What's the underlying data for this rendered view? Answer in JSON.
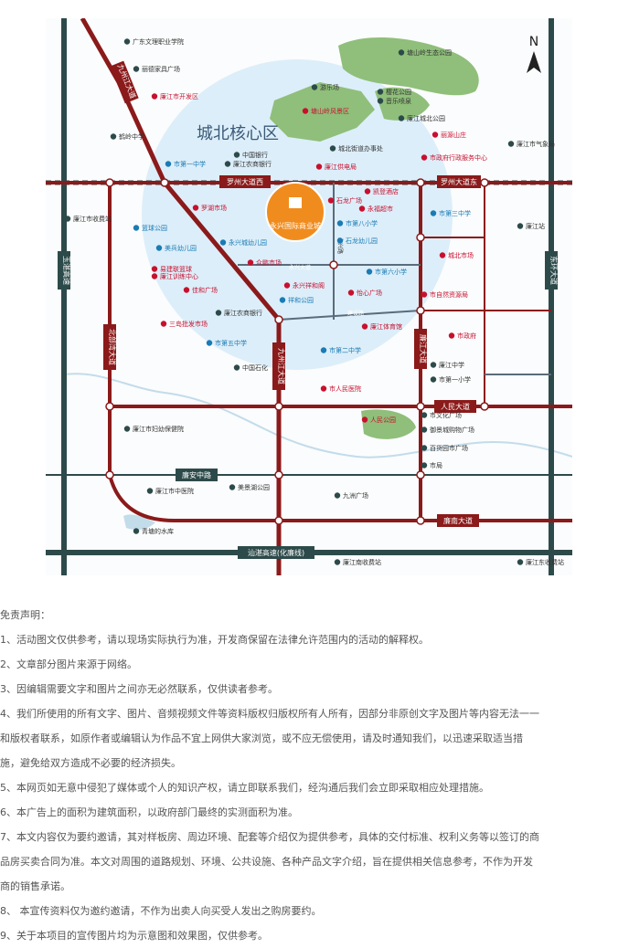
{
  "map": {
    "compass_letter": "N",
    "district_title": "城北核心区",
    "project_name": "永兴国际商业城",
    "roads": {
      "jiuzhoujiang_n": "九州江大道",
      "jiuzhoujiang_s": "九州江大道",
      "luozhou_w": "罗州大道西",
      "luozhou_e": "罗州大道东",
      "yulin": "玉湛高速",
      "dongguan": "东环大道",
      "beibuwan": "北部湾大道",
      "lianjiang": "廉江大道",
      "renmin": "人民大道",
      "lianan": "廉安中路",
      "nanshan": "廉南大道",
      "shantan": "汕湛高速(化廉线)",
      "small_road_1": "永兴大道",
      "small_road_2": "永兴路",
      "small_road_3": "建设路"
    },
    "pois": [
      {
        "name": "广东文理职业学院",
        "color": "#333333"
      },
      {
        "name": "丽德家具广场",
        "color": "#333333"
      },
      {
        "name": "廉江市开发区",
        "color": "#c8102e"
      },
      {
        "name": "鹤岭中学",
        "color": "#333333"
      },
      {
        "name": "游乐场",
        "color": "#333333"
      },
      {
        "name": "塘山岭风景区",
        "color": "#c8102e"
      },
      {
        "name": "樱花公园",
        "color": "#333333"
      },
      {
        "name": "音乐喷泉",
        "color": "#333333"
      },
      {
        "name": "塘山岭生态公园",
        "color": "#333333"
      },
      {
        "name": "廉江城北公园",
        "color": "#333333"
      },
      {
        "name": "丽源山庄",
        "color": "#c8102e"
      },
      {
        "name": "中国银行",
        "color": "#333333"
      },
      {
        "name": "城北街道办事处",
        "color": "#333333"
      },
      {
        "name": "市第一中学",
        "color": "#1a7bb5"
      },
      {
        "name": "廉江农商银行",
        "color": "#333333"
      },
      {
        "name": "廉江供电局",
        "color": "#c8102e"
      },
      {
        "name": "市政府行政服务中心",
        "color": "#c8102e"
      },
      {
        "name": "廉江市气象局",
        "color": "#333333"
      },
      {
        "name": "凯登酒店",
        "color": "#c8102e"
      },
      {
        "name": "石龙广场",
        "color": "#c8102e"
      },
      {
        "name": "永福超市",
        "color": "#c8102e"
      },
      {
        "name": "罗湖市场",
        "color": "#c8102e"
      },
      {
        "name": "市第八小学",
        "color": "#1a7bb5"
      },
      {
        "name": "石龙幼儿园",
        "color": "#1a7bb5"
      },
      {
        "name": "市第三中学",
        "color": "#1a7bb5"
      },
      {
        "name": "廉江市收费站",
        "color": "#333333"
      },
      {
        "name": "廉江站",
        "color": "#333333"
      },
      {
        "name": "篮球公园",
        "color": "#1a7bb5"
      },
      {
        "name": "永兴城幼儿园",
        "color": "#1a7bb5"
      },
      {
        "name": "美兵幼儿园",
        "color": "#1a7bb5"
      },
      {
        "name": "城北市场",
        "color": "#c8102e"
      },
      {
        "name": "众鹏市场",
        "color": "#c8102e"
      },
      {
        "name": "易建联篮球",
        "color": "#c8102e"
      },
      {
        "name": "廉江训练中心",
        "color": "#c8102e"
      },
      {
        "name": "市第六小学",
        "color": "#1a7bb5"
      },
      {
        "name": "永兴祥和阁",
        "color": "#c8102e"
      },
      {
        "name": "佳和广场",
        "color": "#c8102e"
      },
      {
        "name": "怡心广场",
        "color": "#c8102e"
      },
      {
        "name": "市自然资源局",
        "color": "#c8102e"
      },
      {
        "name": "祥和公园",
        "color": "#1a7bb5"
      },
      {
        "name": "廉江农商银行",
        "color": "#333333"
      },
      {
        "name": "三岛批发市场",
        "color": "#c8102e"
      },
      {
        "name": "廉江体育馆",
        "color": "#c8102e"
      },
      {
        "name": "市政府",
        "color": "#c8102e"
      },
      {
        "name": "市第五中学",
        "color": "#1a7bb5"
      },
      {
        "name": "市第二中学",
        "color": "#1a7bb5"
      },
      {
        "name": "中国石化",
        "color": "#333333"
      },
      {
        "name": "廉江中学",
        "color": "#333333"
      },
      {
        "name": "市第一小学",
        "color": "#333333"
      },
      {
        "name": "市人民医院",
        "color": "#c8102e"
      },
      {
        "name": "人民公园",
        "color": "#c8102e"
      },
      {
        "name": "市文化广场",
        "color": "#333333"
      },
      {
        "name": "御景城购物广场",
        "color": "#333333"
      },
      {
        "name": "廉江市妇幼保健院",
        "color": "#333333"
      },
      {
        "name": "百货园市广场",
        "color": "#333333"
      },
      {
        "name": "市局",
        "color": "#333333"
      },
      {
        "name": "廉江市中医院",
        "color": "#333333"
      },
      {
        "name": "美景湖公园",
        "color": "#333333"
      },
      {
        "name": "九洲广场",
        "color": "#333333"
      },
      {
        "name": "青塘的水库",
        "color": "#333333"
      },
      {
        "name": "廉江南收费站",
        "color": "#333333"
      },
      {
        "name": "廉江东收费站",
        "color": "#333333"
      }
    ],
    "colors": {
      "road": "#8b1a1a",
      "expressway": "#2d4a4a",
      "core_circle": "#cfe8f7",
      "green": "#8fbf7a",
      "project": "#f08c1e",
      "water": "#c3dcea"
    }
  },
  "disclaimer": {
    "title": "免责声明：",
    "items": [
      "1、活动图文仅供参考，请以现场实际执行为准，开发商保留在法律允许范围内的活动的解释权。",
      "2、文章部分图片来源于网络。",
      "3、因编辑需要文字和图片之间亦无必然联系，仅供读者参考。",
      "4、我们所使用的所有文字、图片、音频视频文件等资料版权归版权所有人所有，因部分非原创文字及图片等内容无法一一",
      "和版权者联系，如原作者或编辑认为作品不宜上网供大家浏览，或不应无偿使用，请及时通知我们，以迅速采取适当措",
      "施，避免给双方造成不必要的经济损失。",
      "5、本网页如无意中侵犯了媒体或个人的知识产权，请立即联系我们，经沟通后我们会立即采取相应处理措施。",
      "6、本广告上的面积为建筑面积，以政府部门最终的实测面积为准。",
      "7、本文内容仅为要约邀请，其对样板房、周边环境、配套等介绍仅为提供参考，具体的交付标准、权利义务等以签订的商",
      "品房买卖合同为准。本文对周围的道路规划、环境、公共设施、各种产品文字介绍，旨在提供相关信息参考，不作为开发",
      "商的销售承诺。",
      "8、 本宣传资料仅为邀约邀请，不作为出卖人向买受人发出之购房要约。",
      "9、关于本项目的宣传图片均为示意图和效果图，仅供参考。"
    ]
  }
}
